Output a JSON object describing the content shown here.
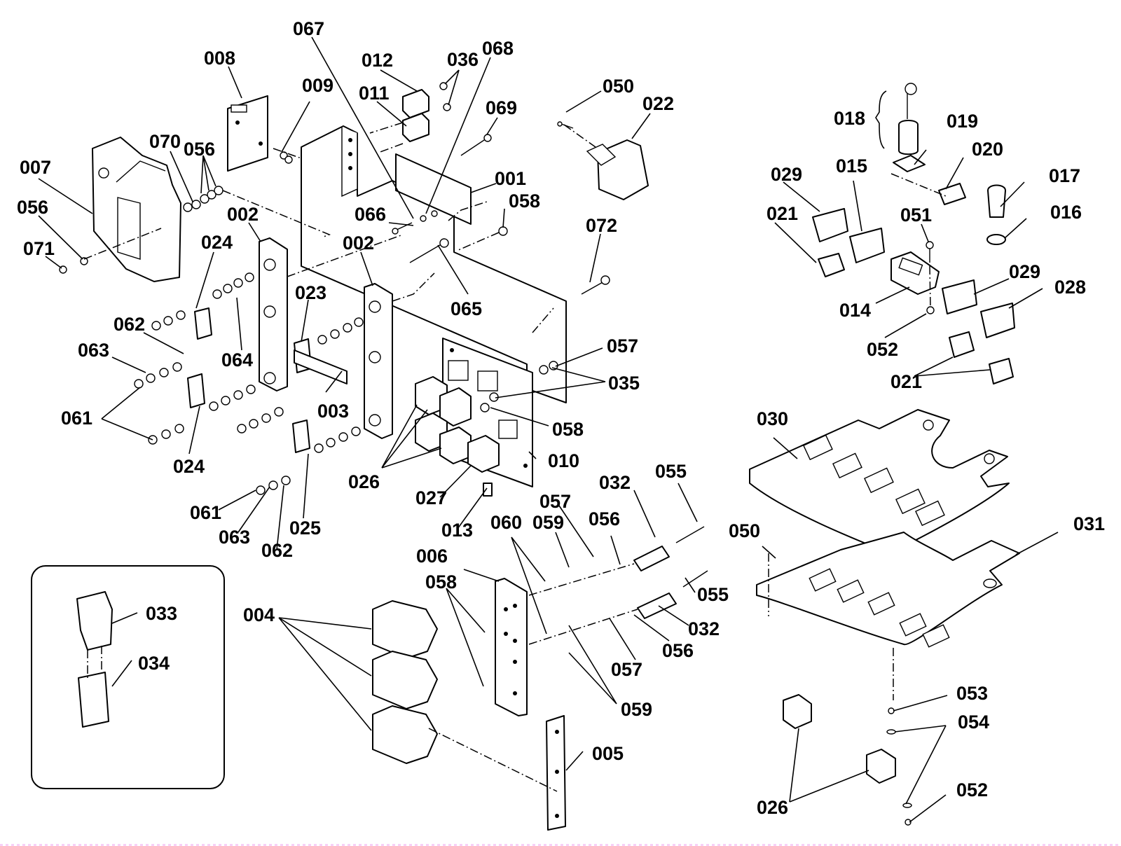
{
  "diagram": {
    "type": "exploded-parts-view",
    "labels": [
      {
        "id": "l067",
        "text": "067"
      },
      {
        "id": "l008",
        "text": "008"
      },
      {
        "id": "l012",
        "text": "012"
      },
      {
        "id": "l036",
        "text": "036"
      },
      {
        "id": "l068",
        "text": "068"
      },
      {
        "id": "l009",
        "text": "009"
      },
      {
        "id": "l011",
        "text": "011"
      },
      {
        "id": "l069",
        "text": "069"
      },
      {
        "id": "l050a",
        "text": "050"
      },
      {
        "id": "l022",
        "text": "022"
      },
      {
        "id": "l007",
        "text": "007"
      },
      {
        "id": "l070",
        "text": "070"
      },
      {
        "id": "l056a",
        "text": "056"
      },
      {
        "id": "l001",
        "text": "001"
      },
      {
        "id": "l056b",
        "text": "056"
      },
      {
        "id": "l071",
        "text": "071"
      },
      {
        "id": "l002a",
        "text": "002"
      },
      {
        "id": "l066",
        "text": "066"
      },
      {
        "id": "l058a",
        "text": "058"
      },
      {
        "id": "l072",
        "text": "072"
      },
      {
        "id": "l024a",
        "text": "024"
      },
      {
        "id": "l002b",
        "text": "002"
      },
      {
        "id": "l023",
        "text": "023"
      },
      {
        "id": "l065",
        "text": "065"
      },
      {
        "id": "l062a",
        "text": "062"
      },
      {
        "id": "l063a",
        "text": "063"
      },
      {
        "id": "l064",
        "text": "064"
      },
      {
        "id": "l057a",
        "text": "057"
      },
      {
        "id": "l035",
        "text": "035"
      },
      {
        "id": "l003",
        "text": "003"
      },
      {
        "id": "l061a",
        "text": "061"
      },
      {
        "id": "l058b",
        "text": "058"
      },
      {
        "id": "l024b",
        "text": "024"
      },
      {
        "id": "l010",
        "text": "010"
      },
      {
        "id": "l026a",
        "text": "026"
      },
      {
        "id": "l032a",
        "text": "032"
      },
      {
        "id": "l055a",
        "text": "055"
      },
      {
        "id": "l027",
        "text": "027"
      },
      {
        "id": "l061b",
        "text": "061"
      },
      {
        "id": "l057b",
        "text": "057"
      },
      {
        "id": "l025",
        "text": "025"
      },
      {
        "id": "l063b",
        "text": "063"
      },
      {
        "id": "l060",
        "text": "060"
      },
      {
        "id": "l059a",
        "text": "059"
      },
      {
        "id": "l056c",
        "text": "056"
      },
      {
        "id": "l062b",
        "text": "062"
      },
      {
        "id": "l013",
        "text": "013"
      },
      {
        "id": "l006",
        "text": "006"
      },
      {
        "id": "l058c",
        "text": "058"
      },
      {
        "id": "l055b",
        "text": "055"
      },
      {
        "id": "l033",
        "text": "033"
      },
      {
        "id": "l004",
        "text": "004"
      },
      {
        "id": "l032b",
        "text": "032"
      },
      {
        "id": "l034",
        "text": "034"
      },
      {
        "id": "l056d",
        "text": "056"
      },
      {
        "id": "l057c",
        "text": "057"
      },
      {
        "id": "l059b",
        "text": "059"
      },
      {
        "id": "l005",
        "text": "005"
      },
      {
        "id": "l018",
        "text": "018"
      },
      {
        "id": "l019",
        "text": "019"
      },
      {
        "id": "l020",
        "text": "020"
      },
      {
        "id": "l029a",
        "text": "029"
      },
      {
        "id": "l015",
        "text": "015"
      },
      {
        "id": "l017",
        "text": "017"
      },
      {
        "id": "l021a",
        "text": "021"
      },
      {
        "id": "l051",
        "text": "051"
      },
      {
        "id": "l016",
        "text": "016"
      },
      {
        "id": "l029b",
        "text": "029"
      },
      {
        "id": "l028",
        "text": "028"
      },
      {
        "id": "l014",
        "text": "014"
      },
      {
        "id": "l052a",
        "text": "052"
      },
      {
        "id": "l021b",
        "text": "021"
      },
      {
        "id": "l030",
        "text": "030"
      },
      {
        "id": "l031",
        "text": "031"
      },
      {
        "id": "l050b",
        "text": "050"
      },
      {
        "id": "l053",
        "text": "053"
      },
      {
        "id": "l054",
        "text": "054"
      },
      {
        "id": "l052b",
        "text": "052"
      },
      {
        "id": "l026b",
        "text": "026"
      }
    ]
  }
}
